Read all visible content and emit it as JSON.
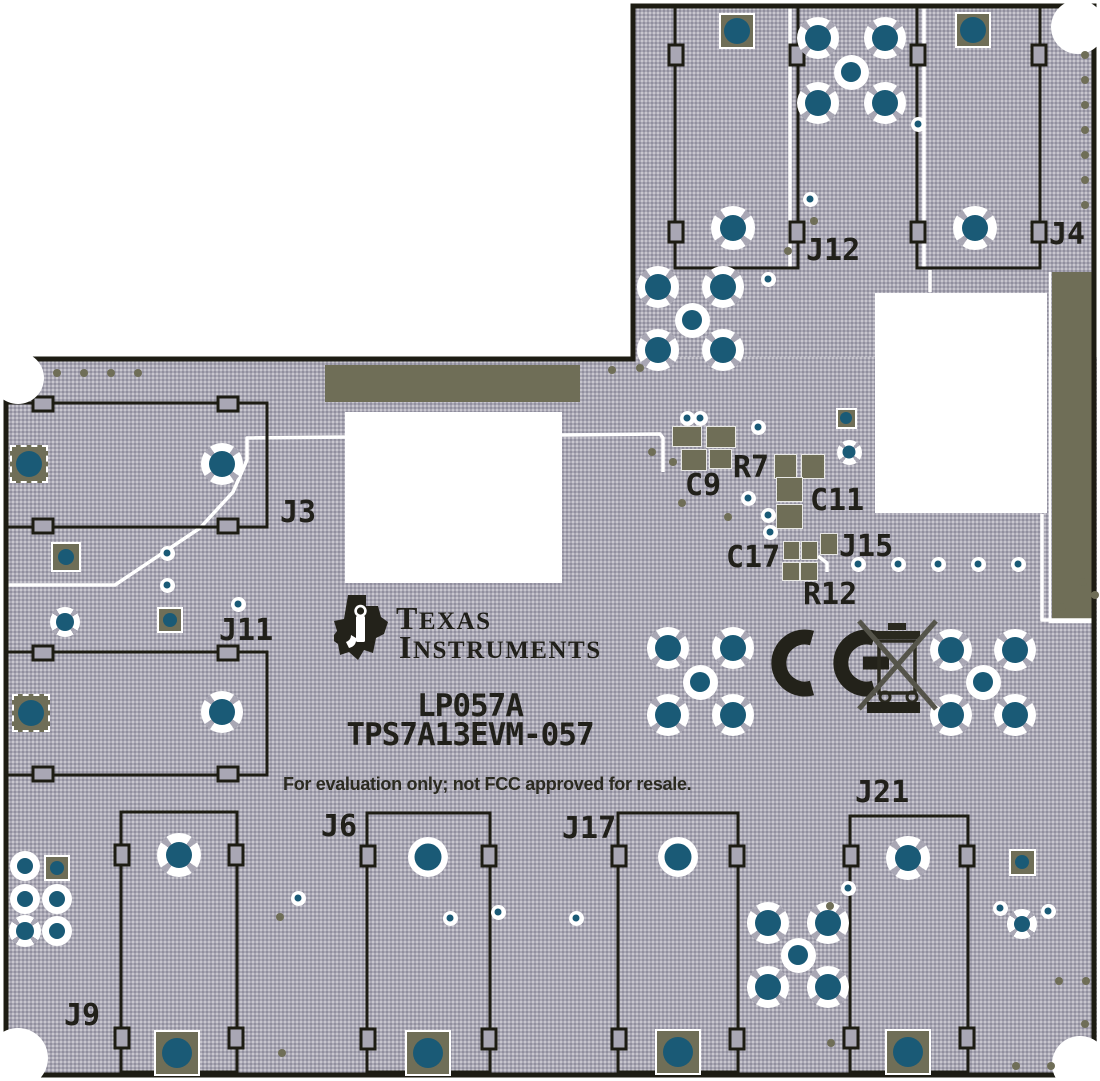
{
  "board": {
    "assembly_code": "LP057A",
    "part_number": "TPS7A13EVM-057",
    "disclaimer": "For evaluation only; not FCC approved for resale.",
    "brand": {
      "line1": "TEXAS",
      "line2": "INSTRUMENTS"
    },
    "marks": {
      "ce": "CE",
      "weee": "crossed-out-wheeled-bin"
    },
    "colors": {
      "substrate": "#a9a7b4",
      "drill_pad": "#1a5a76",
      "smd_pad": "#6f6e57",
      "silkscreen_dark": "#21201a",
      "silkscreen_white": "#ffffff"
    }
  },
  "reference_designators": {
    "j3": "J3",
    "j4": "J4",
    "j6": "J6",
    "j9": "J9",
    "j11": "J11",
    "j12": "J12",
    "j15": "J15",
    "j17": "J17",
    "j21": "J21",
    "c9": "C9",
    "c11": "C11",
    "c17": "C17",
    "r7": "R7",
    "r12": "R12"
  }
}
